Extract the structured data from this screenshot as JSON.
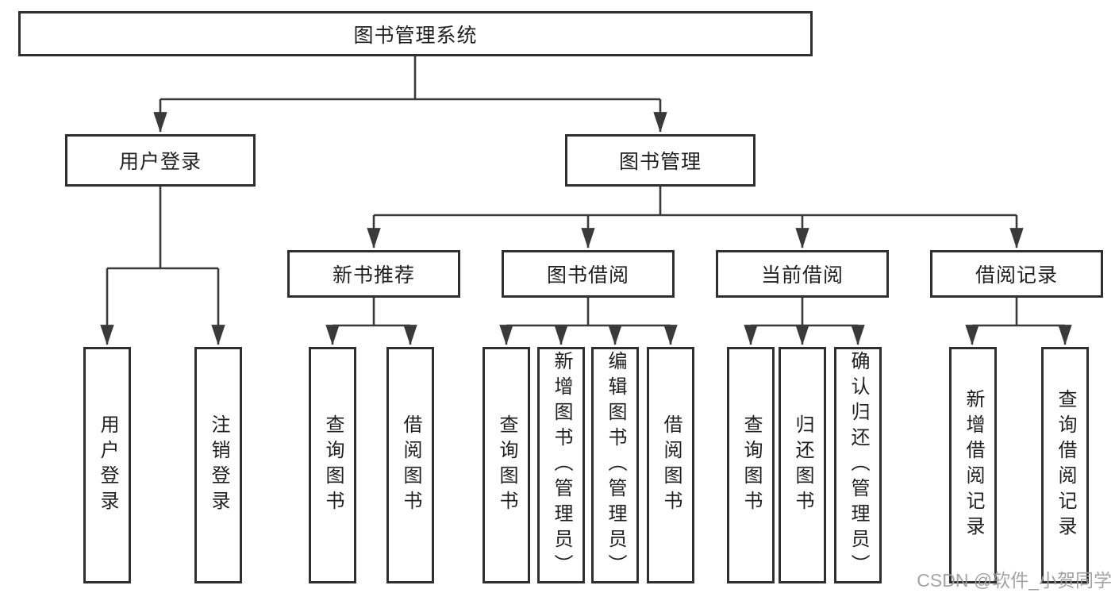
{
  "diagram": {
    "root": {
      "label": "图书管理系统"
    },
    "branches": [
      {
        "label": "用户登录",
        "children": [
          {
            "label": "用户登录"
          },
          {
            "label": "注销登录"
          }
        ]
      },
      {
        "label": "图书管理",
        "children": [
          {
            "label": "新书推荐",
            "children": [
              {
                "label": "查询图书"
              },
              {
                "label": "借阅图书"
              }
            ]
          },
          {
            "label": "图书借阅",
            "children": [
              {
                "label": "查询图书"
              },
              {
                "label": "新增图书（管理员）"
              },
              {
                "label": "编辑图书（管理员）"
              },
              {
                "label": "借阅图书"
              }
            ]
          },
          {
            "label": "当前借阅",
            "children": [
              {
                "label": "查询图书"
              },
              {
                "label": "归还图书"
              },
              {
                "label": "确认归还（管理员）"
              }
            ]
          },
          {
            "label": "借阅记录",
            "children": [
              {
                "label": "新增借阅记录"
              },
              {
                "label": "查询借阅记录"
              }
            ]
          }
        ]
      }
    ]
  },
  "watermark": {
    "text": "CSDN @软件_小贺同学",
    "color": "#9c9c9c"
  },
  "colors": {
    "line": "#3a3a3a",
    "box_border": "#2f2f2f",
    "text": "#1f1f1f",
    "background": "#ffffff"
  }
}
